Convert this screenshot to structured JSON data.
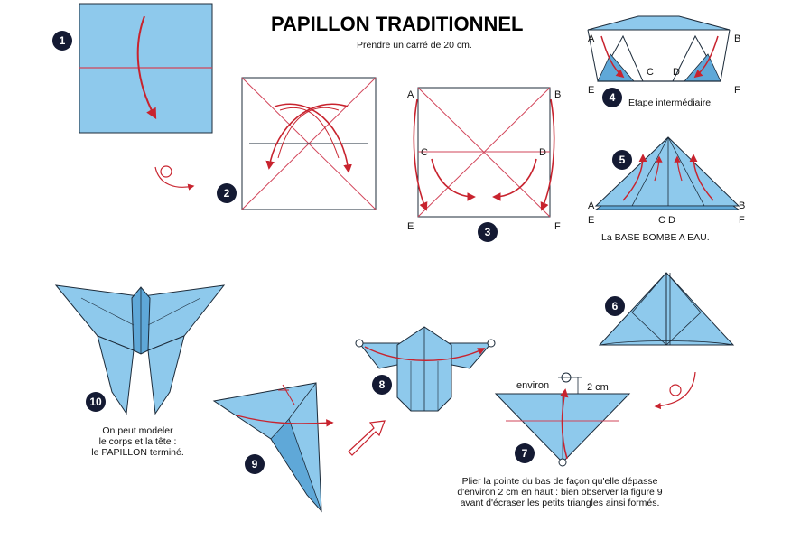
{
  "title": "PAPILLON TRADITIONNEL",
  "subtitle": "Prendre un carré de 20 cm.",
  "colors": {
    "paper": "#8ec9ec",
    "paper_dark": "#5fa8d8",
    "line": "#1c2b3a",
    "crease": "#d2455a",
    "arrow": "#c8232e",
    "badge": "#141a33"
  },
  "steps": {
    "s1": "1",
    "s2": "2",
    "s3": "3",
    "s4": "4",
    "s5": "5",
    "s6": "6",
    "s7": "7",
    "s8": "8",
    "s9": "9",
    "s10": "10"
  },
  "labels": {
    "s3": {
      "a": "A",
      "b": "B",
      "c": "C",
      "d": "D",
      "e": "E",
      "f": "F"
    },
    "s4": {
      "a": "A",
      "b": "B",
      "c": "C",
      "d": "D",
      "e": "E",
      "f": "F",
      "caption": "Etape intermédiaire."
    },
    "s5": {
      "a": "A",
      "b": "B",
      "e": "E",
      "cd": "C D",
      "f": "F",
      "caption": "La BASE BOMBE A EAU."
    },
    "s7": {
      "environ": "environ",
      "cm": "2 cm"
    }
  },
  "captions": {
    "s10": [
      "On peut modeler",
      "le corps et la tête :",
      "le PAPILLON terminé."
    ],
    "s7": [
      "Plier la pointe du bas de façon qu'elle dépasse",
      "d'environ 2 cm en haut : bien observer la figure 9",
      "avant d'écraser les petits triangles ainsi formés."
    ]
  }
}
